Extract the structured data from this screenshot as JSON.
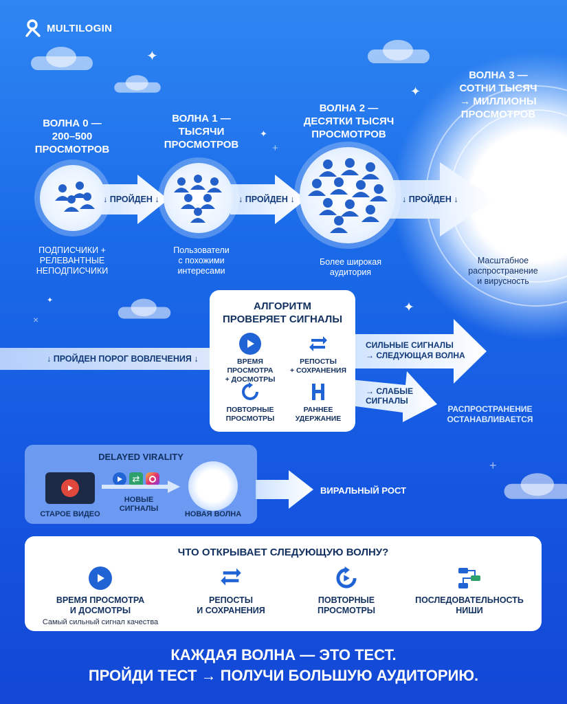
{
  "brand": {
    "name": "MULTILOGIN"
  },
  "waves": [
    {
      "title": "ВОЛНА 0 —\n200–500\nПРОСМОТРОВ",
      "desc": "ПОДПИСЧИКИ +\nРЕЛЕВАНТНЫЕ\nНЕПОДПИСЧИКИ"
    },
    {
      "title": "ВОЛНА 1 —\nТЫСЯЧИ\nПРОСМОТРОВ",
      "desc": "Пользователи\nс похожими\nинтересами"
    },
    {
      "title": "ВОЛНА 2 —\nДЕСЯТКИ ТЫСЯЧ\nПРОСМОТРОВ",
      "desc": "Более широкая\nаудитория"
    },
    {
      "title": "ВОЛНА 3 —\nСОТНИ ТЫСЯЧ\n→ МИЛЛИОНЫ\nПРОСМОТРОВ",
      "desc": "Масштабное\nраспространение\nи вирусность"
    }
  ],
  "pass_labels": [
    "↓ ПРОЙДЕН ↓",
    "↓ ПРОЙДЕН ↓",
    "↓ ПРОЙДЕН ↓"
  ],
  "threshold_label": "↓ ПРОЙДЕН ПОРОГ ВОВЛЕЧЕНИЯ ↓",
  "algorithm": {
    "title": "АЛГОРИТМ\nПРОВЕРЯЕТ СИГНАЛЫ",
    "signals": [
      {
        "label": "ВРЕМЯ ПРОСМОТРА\n+ ДОСМОТРЫ",
        "icon": "play-icon"
      },
      {
        "label": "РЕПОСТЫ\n+ СОХРАНЕНИЯ",
        "icon": "repost-icon"
      },
      {
        "label": "ПОВТОРНЫЕ\nПРОСМОТРЫ",
        "icon": "replay-icon"
      },
      {
        "label": "РАННЕЕ\nУДЕРЖАНИЕ",
        "icon": "retention-icon"
      }
    ]
  },
  "strong": {
    "label": "СИЛЬНЫЕ СИГНАЛЫ\n→ СЛЕДУЮЩАЯ ВОЛНА"
  },
  "weak": {
    "label": "→ СЛАБЫЕ\nСИГНАЛЫ",
    "result": "РАСПРОСТРАНЕНИЕ\nОСТАНАВЛИВАЕТСЯ"
  },
  "delayed": {
    "title": "DELAYED VIRALITY",
    "old_video": "СТАРОЕ ВИДЕО",
    "new_signals": "НОВЫЕ\nСИГНАЛЫ",
    "new_wave": "НОВАЯ ВОЛНА",
    "growth": "ВИРАЛЬНЫЙ РОСТ"
  },
  "next_wave": {
    "title": "ЧТО ОТКРЫВАЕТ СЛЕДУЮЩУЮ ВОЛНУ?",
    "items": [
      {
        "label": "ВРЕМЯ ПРОСМОТРА\nИ ДОСМОТРЫ",
        "sub": "Самый сильный сигнал качества",
        "icon": "play-icon"
      },
      {
        "label": "РЕПОСТЫ\nИ СОХРАНЕНИЯ",
        "sub": "",
        "icon": "repost-icon"
      },
      {
        "label": "ПОВТОРНЫЕ\nПРОСМОТРЫ",
        "sub": "",
        "icon": "replay-icon"
      },
      {
        "label": "ПОСЛЕДОВАТЕЛЬНОСТЬ\nНИШИ",
        "sub": "",
        "icon": "flowchart-icon"
      }
    ]
  },
  "footer": {
    "line1": "КАЖДАЯ ВОЛНА — ЭТО ТЕСТ.",
    "line2": "ПРОЙДИ ТЕСТ → ПОЛУЧИ БОЛЬШУЮ АУДИТОРИЮ."
  },
  "colors": {
    "accent": "#1e63d6",
    "dark_text": "#12305f",
    "green": "#2ea06b"
  }
}
